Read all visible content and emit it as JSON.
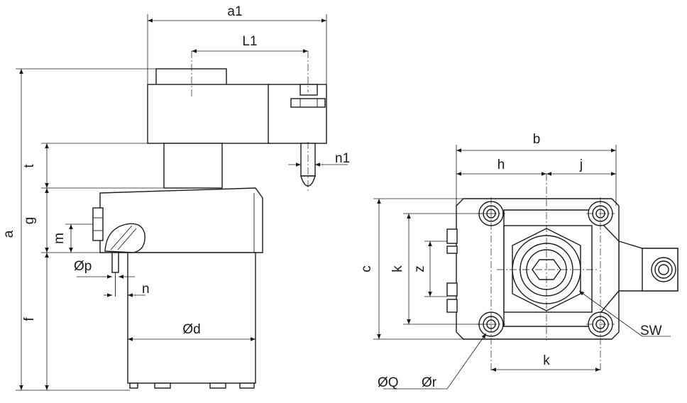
{
  "labels": {
    "a1": "a1",
    "L1": "L1",
    "a": "a",
    "t": "t",
    "g": "g",
    "m": "m",
    "f": "f",
    "n1": "n1",
    "Op": "Øp",
    "n": "n",
    "Od": "Ød",
    "b": "b",
    "h": "h",
    "j": "j",
    "c": "c",
    "k_vertical": "k",
    "z": "z",
    "SW": "SW",
    "k_horizontal": "k",
    "OQ": "ØQ",
    "Or": "Ør"
  }
}
